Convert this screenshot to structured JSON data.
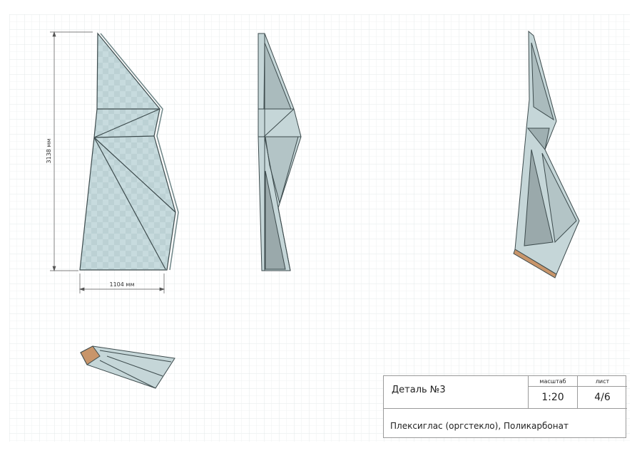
{
  "dimensions": {
    "height_label": "3138 мм",
    "width_label": "1104 мм"
  },
  "title_block": {
    "detail": "Деталь №3",
    "scale_header": "масштаб",
    "scale": "1:20",
    "sheet_header": "лист",
    "sheet": "4/6",
    "material": "Плексиглас (оргстекло), Поликарбонат"
  },
  "colors": {
    "glass": "#c5d9dc",
    "glass_dark": "#a9b8ba",
    "edge": "#3c4a4c",
    "wood": "#c8956a",
    "grid": "#e6ecec"
  }
}
